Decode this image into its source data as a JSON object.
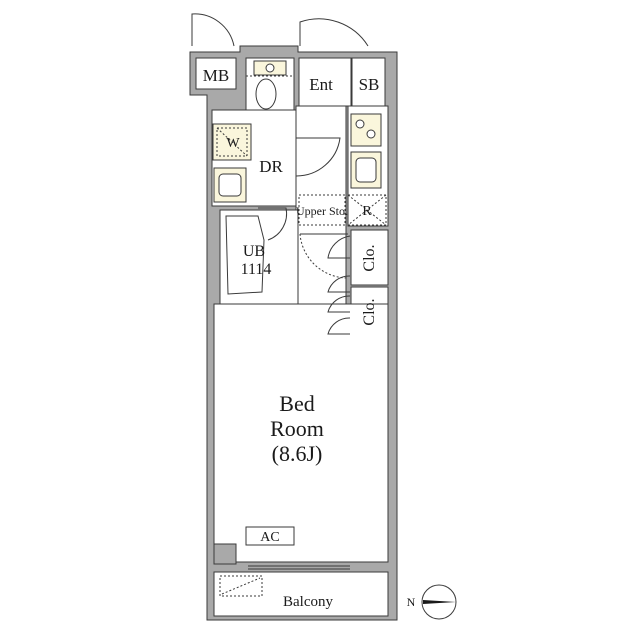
{
  "labels": {
    "mb": "MB",
    "ent": "Ent",
    "sb": "SB",
    "w": "W",
    "dr": "DR",
    "upper_sto": "Upper Sto.",
    "r": "R",
    "ub_line1": "UB",
    "ub_line2": "1114",
    "clo_upper": "Clo.",
    "clo_lower": "Clo.",
    "bed_line1": "Bed",
    "bed_line2": "Room",
    "bed_line3": "(8.6J)",
    "ac": "AC",
    "balcony": "Balcony",
    "north": "N"
  },
  "colors": {
    "wall": "#a9a9a9",
    "fixture_fill": "#faf6dc",
    "line": "#3a3a3a"
  }
}
